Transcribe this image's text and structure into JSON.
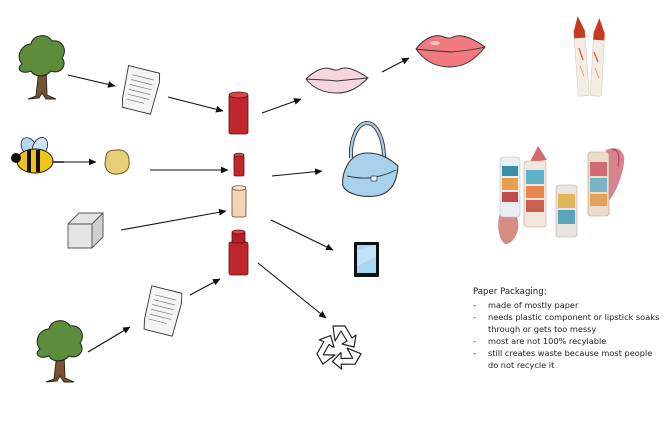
{
  "notes": {
    "title": "Paper Packaging:",
    "items": [
      "made of mostly paper",
      "needs plastic component or lipstick soaks through or gets too messy",
      "most are not 100% recylable",
      "still creates waste because most people do not recycle it"
    ]
  },
  "icons": [
    "tree-icon",
    "paper-sheet-icon",
    "bee-icon",
    "wax-blob-icon",
    "cube-icon",
    "lipstick-tube-icon",
    "lips-icon",
    "handbag-icon",
    "tablet-icon",
    "recycle-icon",
    "crayon-lipstick-photo",
    "paper-lipstick-tubes-photo"
  ],
  "colors": {
    "tube_red": "#c0272d",
    "tube_tan": "#f2d3b3",
    "lips": "#f07a80",
    "bag": "#a8d1ec",
    "tree": "#5d8c3a",
    "trunk": "#7a5230"
  }
}
